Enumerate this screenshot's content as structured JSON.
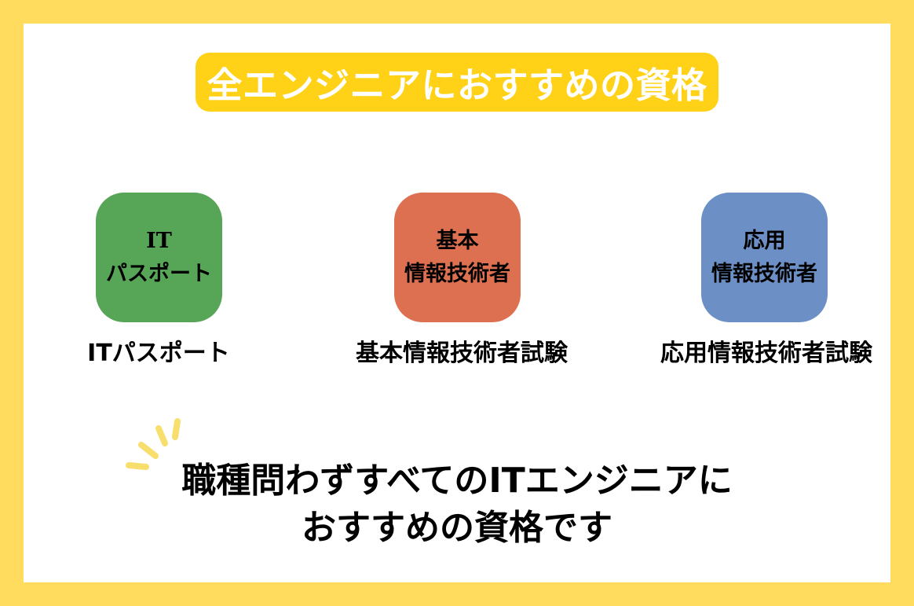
{
  "colors": {
    "frame": "#FFDC5E",
    "card": "#FFFFFF",
    "banner_bg": "#FFD117",
    "banner_text": "#FFFFFF",
    "body_text": "#000000",
    "sparkle": "#F8DE6C"
  },
  "banner": {
    "label": "全エンジニアにおすすめの資格"
  },
  "certifications": [
    {
      "badge_line1": "IT",
      "badge_line2": "パスポート",
      "badge_color": "#57A557",
      "label": "ITパスポート"
    },
    {
      "badge_line1": "基本",
      "badge_line2": "情報技術者",
      "badge_color": "#DE7052",
      "label": "基本情報技術者試験"
    },
    {
      "badge_line1": "応用",
      "badge_line2": "情報技術者",
      "badge_color": "#6C8FC5",
      "label": "応用情報技術者試験"
    }
  ],
  "footer": {
    "line1": "職種問わずすべてのITエンジニアに",
    "line2": "おすすめの資格です"
  }
}
